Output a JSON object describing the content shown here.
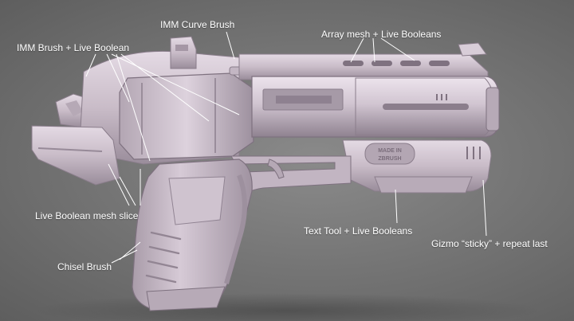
{
  "colors": {
    "background": "#767676",
    "model_base": "#c9bcc8",
    "model_shadow": "#8f8290",
    "model_highlight": "#e6dde6",
    "callout_text": "#ffffff",
    "leader_line": "#ffffff"
  },
  "annotations": [
    {
      "id": "imm-curve-brush",
      "text": "IMM Curve Brush"
    },
    {
      "id": "imm-brush-live-boolean",
      "text": "IMM Brush + Live Boolean"
    },
    {
      "id": "array-mesh-live-booleans",
      "text": "Array mesh + Live Booleans"
    },
    {
      "id": "live-boolean-mesh-slice",
      "text": "Live Boolean mesh slice"
    },
    {
      "id": "text-tool-live-booleans",
      "text": "Text Tool + Live Booleans"
    },
    {
      "id": "gizmo-sticky-repeat-last",
      "text": "Gizmo “sticky” + repeat last"
    },
    {
      "id": "chisel-brush",
      "text": "Chisel Brush"
    }
  ],
  "engraving": {
    "line1": "MADE IN",
    "line2": "ZBRUSH"
  }
}
